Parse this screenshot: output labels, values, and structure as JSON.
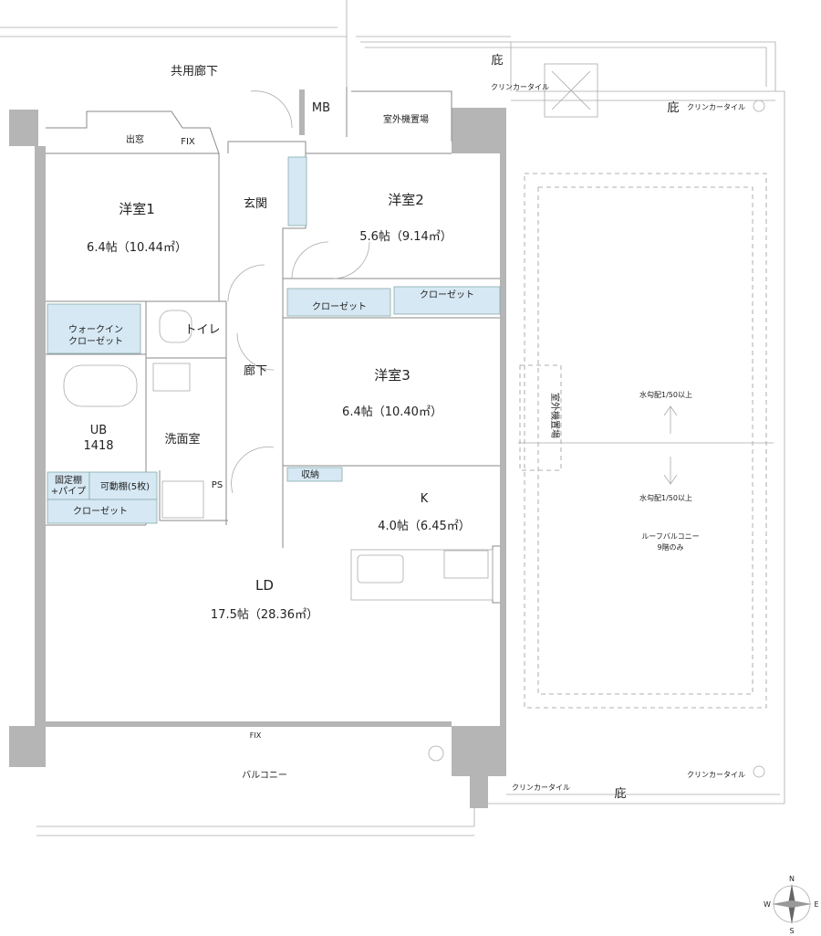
{
  "plan": {
    "common_corridor": "共用廊下",
    "eaves": [
      "庇",
      "庇",
      "庇"
    ],
    "clinker_tile": [
      "クリンカータイル",
      "クリンカータイル",
      "クリンカータイル",
      "クリンカータイル"
    ],
    "mb": "MB",
    "outdoor_unit_top": "室外機置場",
    "outdoor_unit_side": "室外機置場",
    "bay_window": "出窓",
    "fix": [
      "FIX",
      "FIX"
    ],
    "room1": {
      "name": "洋室1",
      "size": "6.4帖（10.44㎡）"
    },
    "room2": {
      "name": "洋室2",
      "size": "5.6帖（9.14㎡）"
    },
    "room3": {
      "name": "洋室3",
      "size": "6.4帖（10.40㎡）"
    },
    "entrance": "玄関",
    "closets": [
      "クローゼット",
      "クローゼット",
      "クローゼット"
    ],
    "walkin": [
      "ウォークイン",
      "クローゼット"
    ],
    "toilet": "トイレ",
    "hallway": "廊下",
    "ub": [
      "UB",
      "1418"
    ],
    "washroom": "洗面室",
    "fixed_shelf": [
      "固定棚",
      "+パイプ"
    ],
    "movable_shelf": "可動棚(5枚)",
    "ps": "PS",
    "storage": "収納",
    "kitchen": {
      "name": "K",
      "size": "4.0帖（6.45㎡）"
    },
    "ld": {
      "name": "LD",
      "size": "17.5帖（28.36㎡）"
    },
    "slope": [
      "水勾配1/50以上",
      "水勾配1/50以上"
    ],
    "roof_balcony": [
      "ルーフバルコニー",
      "9階のみ"
    ],
    "balcony": "バルコニー",
    "compass": {
      "n": "N",
      "e": "E",
      "s": "S",
      "w": "W"
    }
  },
  "colors": {
    "closet_fill": "#d6e8f3",
    "wall": "#b5b5b5"
  }
}
